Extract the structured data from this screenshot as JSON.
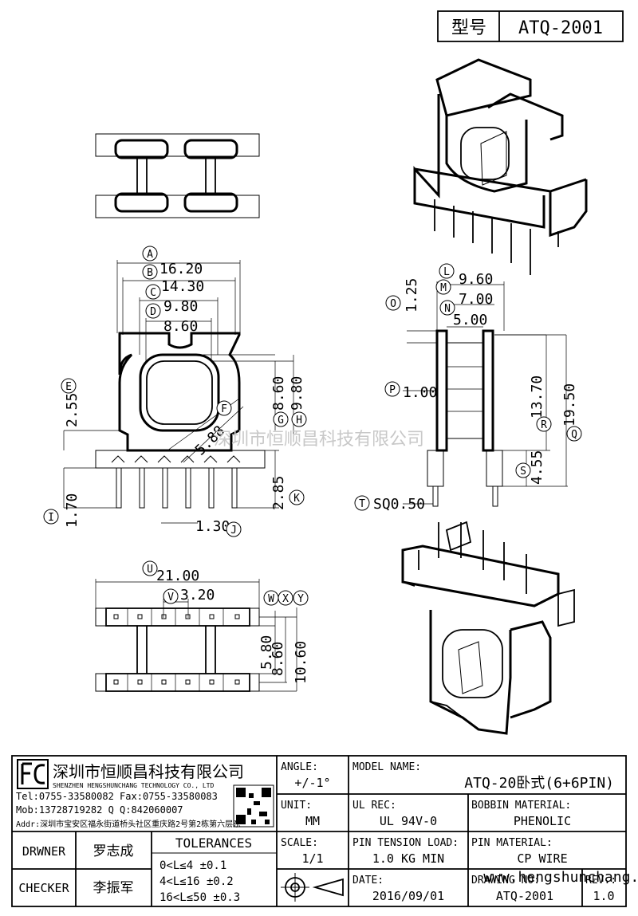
{
  "header": {
    "type_label": "型号",
    "model": "ATQ-2001"
  },
  "watermark": "深圳市恒顺昌科技有限公司",
  "watermark_url": "www.hengshunchang.com",
  "dims": {
    "A": "16.20",
    "B": "14.30",
    "C": "9.80",
    "D": "8.60",
    "E": "2.55",
    "F": "5.88",
    "G": "8.60",
    "H": "9.80",
    "I": "1.70",
    "J": "1.30",
    "K": "2.85",
    "L": "9.60",
    "M": "7.00",
    "N": "5.00",
    "O": "1.25",
    "P": "1.00",
    "Q": "19.50",
    "R": "13.70",
    "S": "4.55",
    "T": "SQ0.50",
    "U": "21.00",
    "V": "3.20",
    "W": "5.80",
    "X": "8.60",
    "Y": "10.60"
  },
  "letters": [
    "A",
    "B",
    "C",
    "D",
    "E",
    "F",
    "G",
    "H",
    "I",
    "J",
    "K",
    "L",
    "M",
    "N",
    "O",
    "P",
    "Q",
    "R",
    "S",
    "T",
    "U",
    "V",
    "W",
    "X",
    "Y"
  ],
  "company": {
    "name_cn": "深圳市恒顺昌科技有限公司",
    "name_en": "SHENZHEN HENGSHUNCHANG TECHNOLOGY CO., LTD",
    "tel": "Tel:0755-33580082 Fax:0755-33580083",
    "mob": "Mob:13728719282     Q Q:842060007",
    "addr": "Addr:深圳市宝安区福永街道桥头社区重庆路2号第2栋第六层东"
  },
  "titleblock": {
    "angle_label": "ANGLE:",
    "angle_value": "+/-1°",
    "unit_label": "UNIT:",
    "unit_value": "MM",
    "scale_label": "SCALE:",
    "scale_value": "1/1",
    "model_name_label": "MODEL NAME:",
    "model_name_value": "ATQ-20卧式(6+6PIN)",
    "ul_label": "UL REC:",
    "ul_value": "UL 94V-0",
    "bobbin_label": "BOBBIN MATERIAL:",
    "bobbin_value": "PHENOLIC",
    "pin_tension_label": "PIN TENSION LOAD:",
    "pin_tension_value": "1.0 KG MIN",
    "pin_material_label": "PIN MATERIAL:",
    "pin_material_value": "CP WIRE",
    "date_label": "DATE:",
    "date_value": "2016/09/01",
    "drawing_label": "DRAWING NO:",
    "drawing_value": "ATQ-2001",
    "rev_label": "REV.:",
    "rev_value": "1.0",
    "drawer_label": "DRWNER",
    "drawer_value": "罗志成",
    "checker_label": "CHECKER",
    "checker_value": "李振军",
    "tolerances_label": "TOLERANCES",
    "tol1": "0<L≤4     ±0.1",
    "tol2": "4<L≤16    ±0.2",
    "tol3": "16<L≤50   ±0.3"
  }
}
